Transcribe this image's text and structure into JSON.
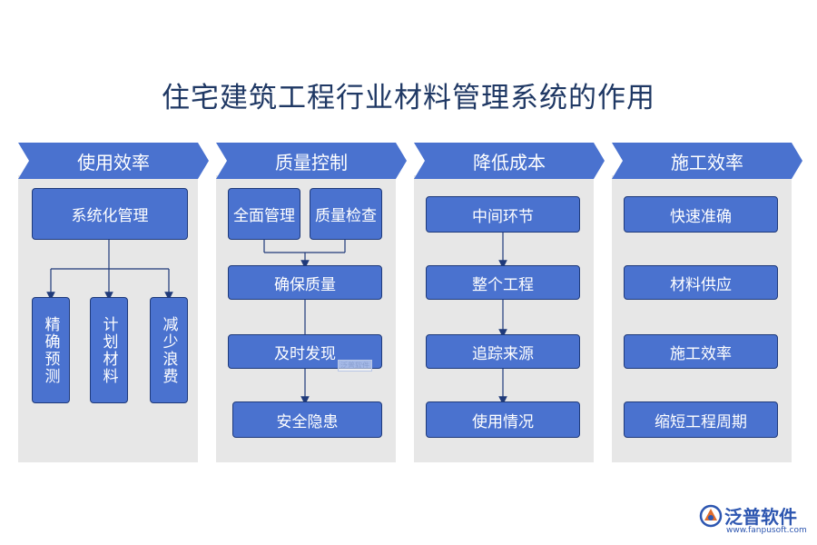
{
  "title": "住宅建筑工程行业材料管理系统的作用",
  "columns": [
    {
      "header": "使用效率",
      "top_box": "系统化管理",
      "vertical_boxes": [
        "精确预测",
        "计划材料",
        "减少浪费"
      ]
    },
    {
      "header": "质量控制",
      "top_boxes": [
        "全面管理",
        "质量检查"
      ],
      "boxes": [
        "确保质量",
        "及时发现",
        "安全隐患"
      ]
    },
    {
      "header": "降低成本",
      "boxes": [
        "中间环节",
        "整个工程",
        "追踪来源",
        "使用情况"
      ]
    },
    {
      "header": "施工效率",
      "boxes": [
        "快速准确",
        "材料供应",
        "施工效率",
        "缩短工程周期"
      ]
    }
  ],
  "watermark": "泛普软件",
  "logo": {
    "name": "泛普软件",
    "url": "www.fanpusoft.com"
  },
  "colors": {
    "box": "#4a72cf",
    "panel": "#e7e7e7",
    "title": "#1f3864",
    "line": "#1f3a7a"
  }
}
